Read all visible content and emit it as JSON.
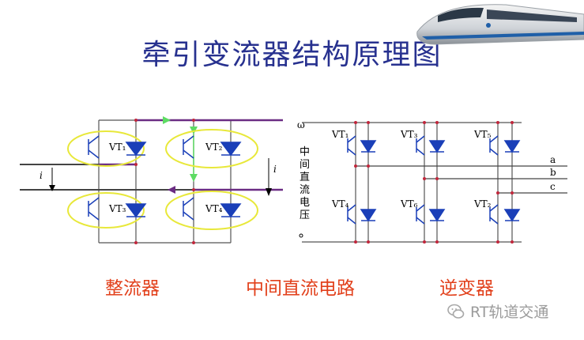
{
  "title": "牵引变流器结构原理图",
  "sections": {
    "rectifier": "整流器",
    "dc_link": "中间直流电路",
    "inverter": "逆变器"
  },
  "dc_bus_label": "中间直流电压",
  "rectifier_devices": [
    "VT₁",
    "VT₂",
    "VT₃",
    "VT₄"
  ],
  "inverter_devices": [
    "VT₁",
    "VT₃",
    "VT₅",
    "VT₄",
    "VT₆",
    "VT₂"
  ],
  "input_current_label": "i",
  "dc_current_label": "i",
  "output_phases": [
    "a",
    "b",
    "c"
  ],
  "watermark": "RT轨道交通",
  "colors": {
    "title": "#27318f",
    "section_label": "#e2401b",
    "device": "#1a3fb8",
    "highlight_ellipse": "#e8e83a",
    "bus_purple": "#6b2c83",
    "arrow_green": "#5ddc63",
    "node": "#c0263b"
  }
}
